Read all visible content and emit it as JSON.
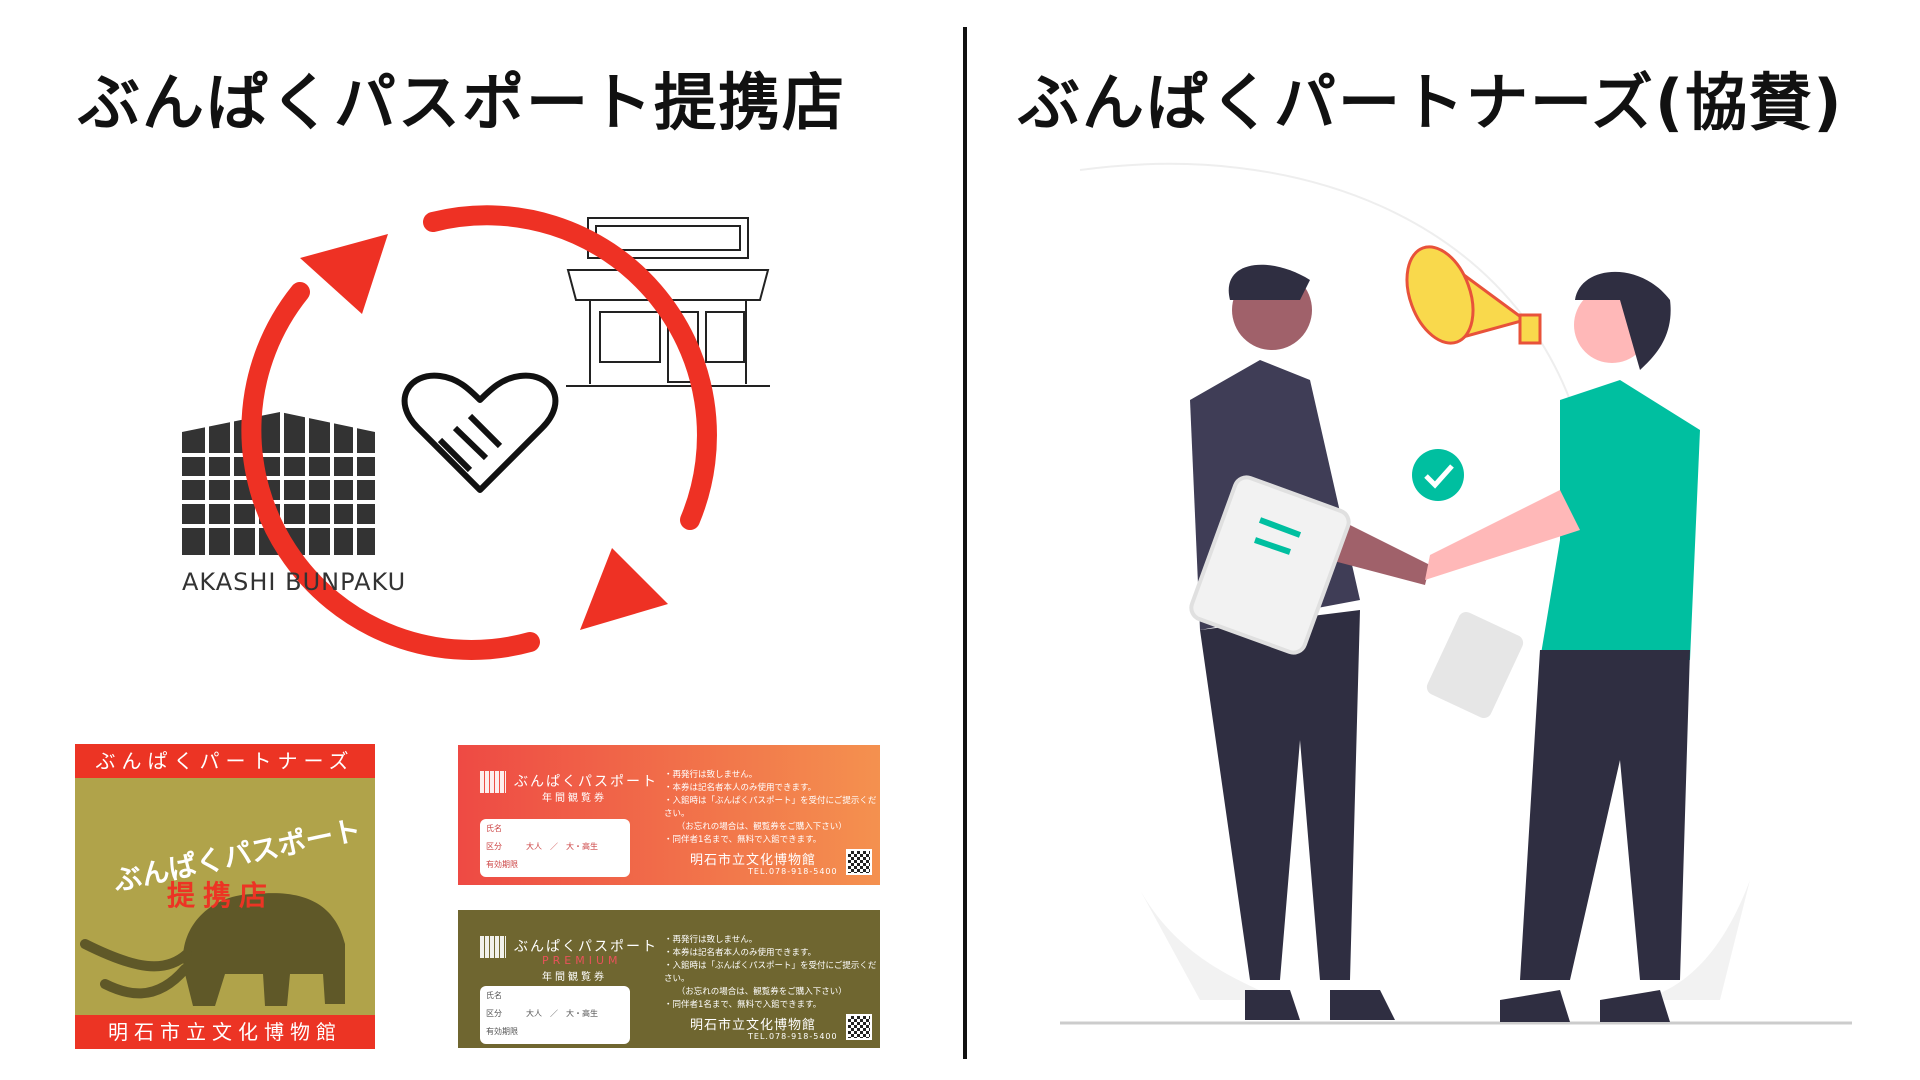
{
  "left": {
    "title": "ぶんぱくパスポート提携店",
    "logo_text": "AKASHI BUNPAKU",
    "sticker": {
      "top": "ぶんぱくパートナーズ",
      "main": "ぶんぱくパスポート",
      "sub": "提携店",
      "bottom": "明石市立文化博物館"
    },
    "cards": [
      {
        "title": "ぶんぱくパスポート",
        "premium": "",
        "subtitle": "年間観覧券",
        "fields": [
          "氏名",
          "区分　　　大人　／　大・高生",
          "有効期限"
        ],
        "notes": [
          "・再発行は致しません。",
          "・本券は記名者本人のみ使用できます。",
          "・入館時は「ぶんぱくパスポート」を受付にご提示ください。",
          "　　（お忘れの場合は、観覧券をご購入下さい）",
          "・同伴者1名まで、無料で入館できます。"
        ],
        "org": "明石市立文化博物館",
        "tel": "TEL.078-918-5400"
      },
      {
        "title": "ぶんぱくパスポート",
        "premium": "PREMIUM",
        "subtitle": "年間観覧券",
        "fields": [
          "氏名",
          "区分　　　大人　／　大・高生",
          "有効期限"
        ],
        "notes": [
          "・再発行は致しません。",
          "・本券は記名者本人のみ使用できます。",
          "・入館時は「ぶんぱくパスポート」を受付にご提示ください。",
          "　　（お忘れの場合は、観覧券をご購入下さい）",
          "・同伴者1名まで、無料で入館できます。"
        ],
        "org": "明石市立文化博物館",
        "tel": "TEL.078-918-5400"
      }
    ]
  },
  "right": {
    "title": "ぶんぱくパートナーズ(協賛)"
  },
  "colors": {
    "arrow_red": "#ee3124",
    "teal": "#00bfa0",
    "dark_suit": "#2f2e41",
    "megaphone": "#f9d94c",
    "sticker_olive": "#b0a34a",
    "card2_olive": "#6f6630"
  }
}
